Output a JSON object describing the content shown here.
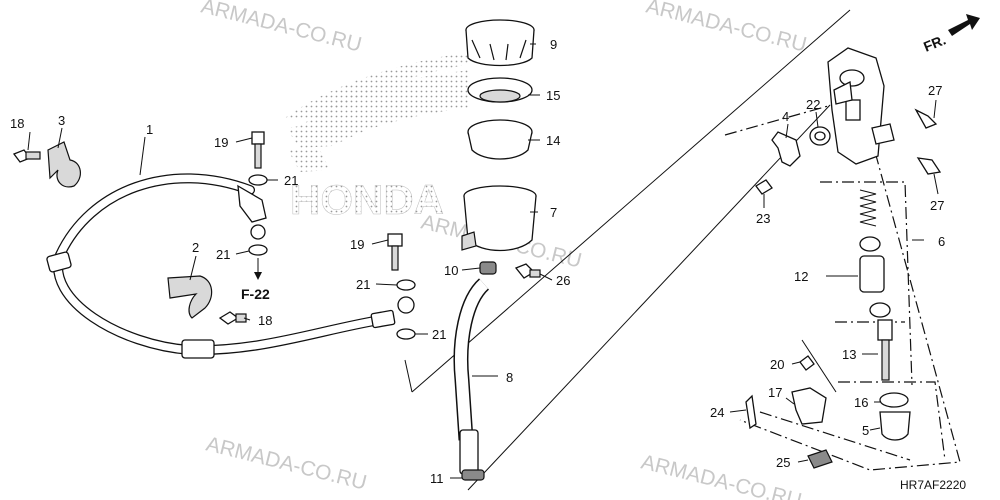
{
  "watermark_text": "ARMADA-CO.RU",
  "logo_text": "HONDA",
  "direction_label": "FR.",
  "reference_label": "F-22",
  "diagram_code": "HR7AF2220",
  "callouts": [
    {
      "id": "1",
      "text": "1"
    },
    {
      "id": "2",
      "text": "2"
    },
    {
      "id": "3",
      "text": "3"
    },
    {
      "id": "4",
      "text": "4"
    },
    {
      "id": "5",
      "text": "5"
    },
    {
      "id": "6",
      "text": "6"
    },
    {
      "id": "7",
      "text": "7"
    },
    {
      "id": "8",
      "text": "8"
    },
    {
      "id": "9",
      "text": "9"
    },
    {
      "id": "10",
      "text": "10"
    },
    {
      "id": "11",
      "text": "11"
    },
    {
      "id": "12",
      "text": "12"
    },
    {
      "id": "13",
      "text": "13"
    },
    {
      "id": "14",
      "text": "14"
    },
    {
      "id": "15",
      "text": "15"
    },
    {
      "id": "16",
      "text": "16"
    },
    {
      "id": "17",
      "text": "17"
    },
    {
      "id": "18a",
      "text": "18"
    },
    {
      "id": "18b",
      "text": "18"
    },
    {
      "id": "19a",
      "text": "19"
    },
    {
      "id": "19b",
      "text": "19"
    },
    {
      "id": "20",
      "text": "20"
    },
    {
      "id": "21a",
      "text": "21"
    },
    {
      "id": "21b",
      "text": "21"
    },
    {
      "id": "21c",
      "text": "21"
    },
    {
      "id": "21d",
      "text": "21"
    },
    {
      "id": "22",
      "text": "22"
    },
    {
      "id": "23",
      "text": "23"
    },
    {
      "id": "24",
      "text": "24"
    },
    {
      "id": "25",
      "text": "25"
    },
    {
      "id": "26",
      "text": "26"
    },
    {
      "id": "27a",
      "text": "27"
    },
    {
      "id": "27b",
      "text": "27"
    }
  ]
}
